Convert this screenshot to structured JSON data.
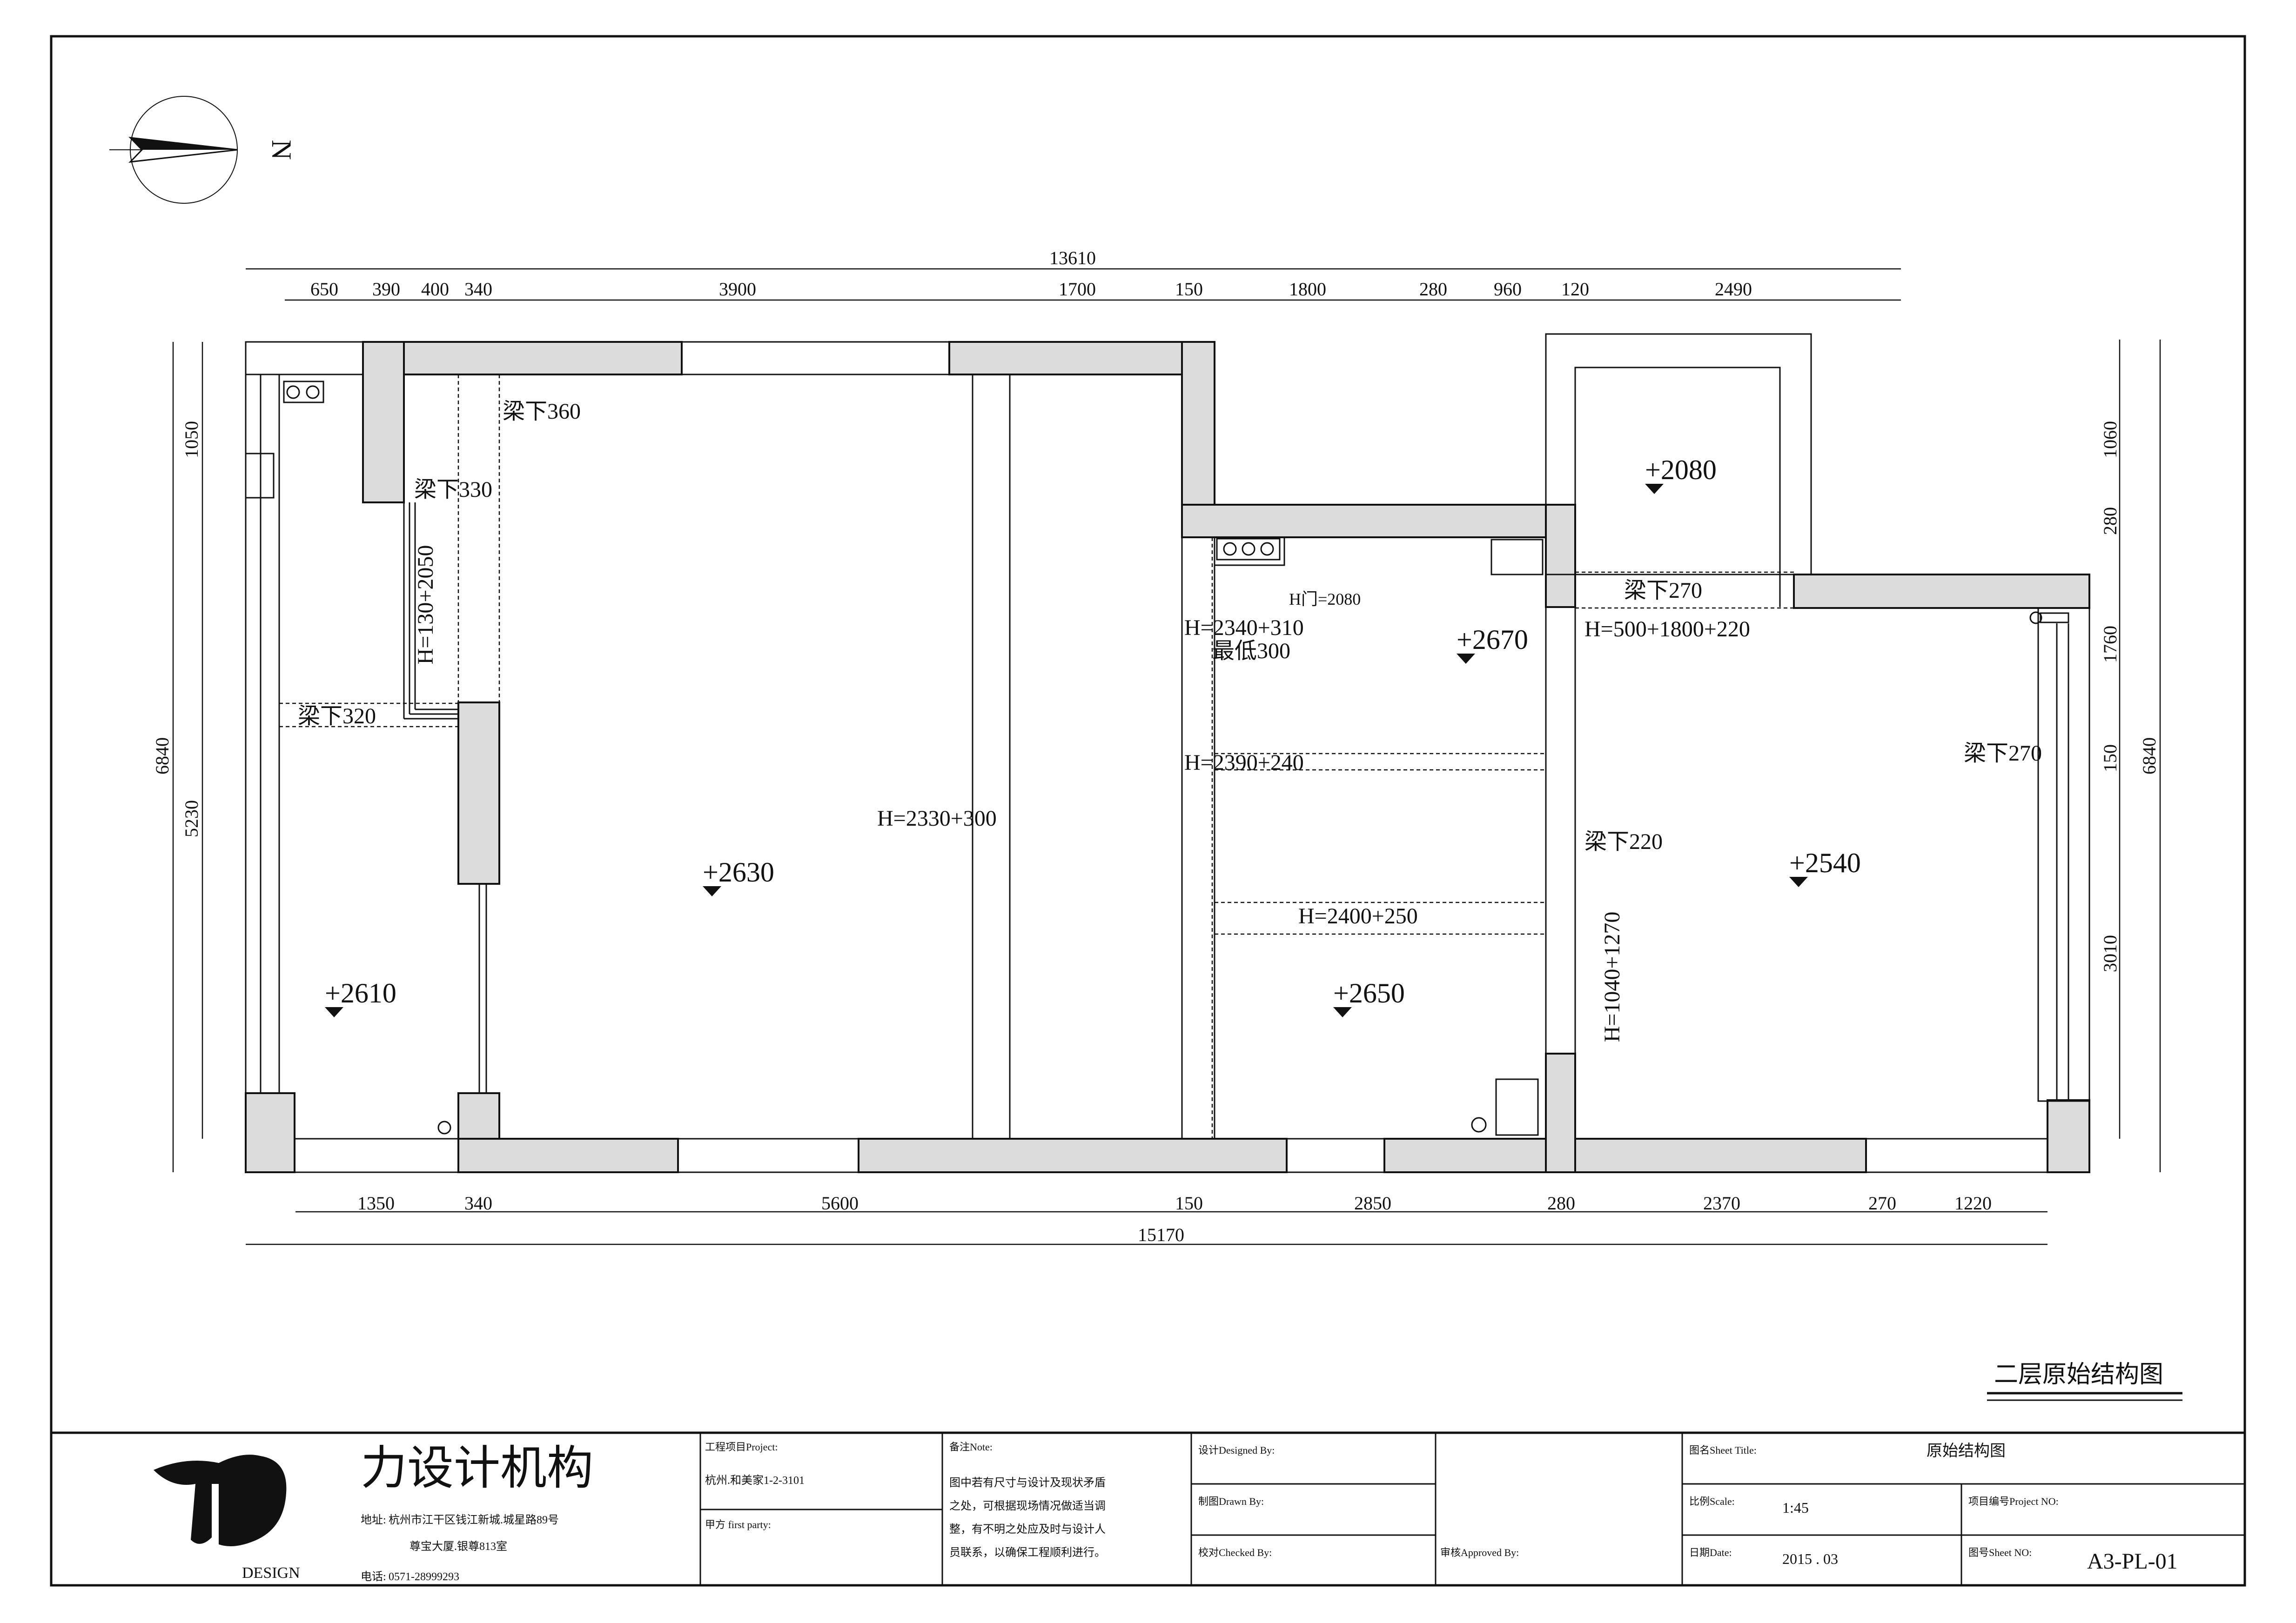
{
  "drawing": {
    "north_label": "N",
    "sheet_caption": "二层原始结构图"
  },
  "dimensions": {
    "top_total": "13610",
    "top_segments": [
      "650",
      "390",
      "400",
      "340",
      "3900",
      "1700",
      "150",
      "1800",
      "280",
      "960",
      "120",
      "2490"
    ],
    "bottom_total": "15170",
    "bottom_segments": [
      "1350",
      "340",
      "5600",
      "150",
      "2850",
      "280",
      "2370",
      "270",
      "1220"
    ],
    "left_total": "6840",
    "left_segments": [
      "1050",
      "5230"
    ],
    "right_total": "6840",
    "right_segments": [
      "1060",
      "280",
      "1760",
      "150",
      "3010"
    ]
  },
  "annotations": {
    "beams": [
      "梁下360",
      "梁下330",
      "梁下320",
      "梁下270",
      "梁下270",
      "梁下220"
    ],
    "heights": [
      "H=130+2050",
      "H=2330+300",
      "H门=2080",
      "H=2340+310",
      "最低300",
      "H=2390+240",
      "H=2400+250",
      "H=500+1800+220",
      "H=1040+1270"
    ],
    "levels": [
      "+2080",
      "+2670",
      "+2630",
      "+2610",
      "+2650",
      "+2540"
    ]
  },
  "title_block": {
    "company": "力设计机构",
    "logo_text": "DESIGN",
    "address_label": "地址:",
    "address_line1": "杭州市江干区钱江新城.城星路89号",
    "address_line2": "尊宝大厦.银尊813室",
    "phone_label": "电话:",
    "phone": "0571-28999293",
    "project_label": "工程项目Project:",
    "project_value": "杭州.和美家1-2-3101",
    "party_label": "甲方 first party:",
    "note_label": "备注Note:",
    "note_lines": [
      "图中若有尺寸与设计及现状矛盾",
      "之处，可根据现场情况做适当调",
      "整，有不明之处应及时与设计人",
      "员联系，以确保工程顺利进行。"
    ],
    "design_label": "设计Designed By:",
    "drawn_label": "制图Drawn By:",
    "checked_label": "校对Checked By:",
    "approved_label": "审核Approved By:",
    "sheet_title_label": "图名Sheet Title:",
    "sheet_title_value": "原始结构图",
    "scale_label": "比例Scale:",
    "scale_value": "1:45",
    "project_no_label": "项目编号Project NO:",
    "date_label": "日期Date:",
    "date_value": "2015 . 03",
    "sheet_no_label": "图号Sheet NO:",
    "sheet_no_value": "A3-PL-01"
  }
}
